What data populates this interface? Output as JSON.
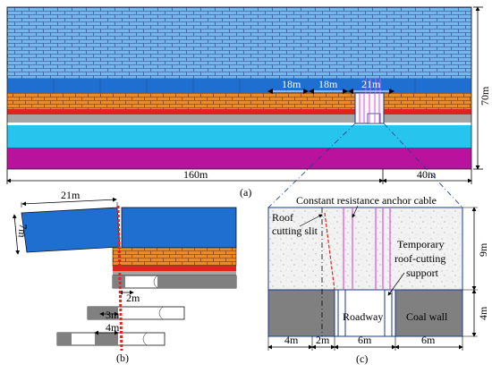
{
  "panel_a": {
    "caption": "(a)",
    "height_label": "70m",
    "width_left_label": "160m",
    "width_right_label": "40m",
    "spacing_1": "18m",
    "spacing_2": "18m",
    "spacing_3": "21m"
  },
  "panel_b": {
    "caption": "(b)",
    "block_length": "21m",
    "block_height": "7m",
    "step_1": "2m",
    "step_2": "3m",
    "step_3": "4m"
  },
  "panel_c": {
    "caption": "(c)",
    "label_anchor_cable": "Constant resistance anchor cable",
    "label_slit_line1": "Roof",
    "label_slit_line2": "cutting slit",
    "label_support_line1": "Temporary",
    "label_support_line2": "roof-cutting",
    "label_support_line3": "support",
    "label_roadway": "Roadway",
    "label_coal_wall": "Coal  wall",
    "height_upper": "9m",
    "height_lower": "4m",
    "width_1": "4m",
    "width_2": "2m",
    "width_3": "6m",
    "width_4": "6m"
  },
  "colors": {
    "sky_brick": "#74b8ee",
    "blue_band": "#1f6fd0",
    "orange_brick": "#f08a1e",
    "red_layer": "#e4221c",
    "gray_layer": "#a5a5a5",
    "cyan_layer": "#27c5ee",
    "magenta_layer": "#b9139e",
    "coal_gray": "#808080",
    "cable_pink": "#e050e0"
  }
}
